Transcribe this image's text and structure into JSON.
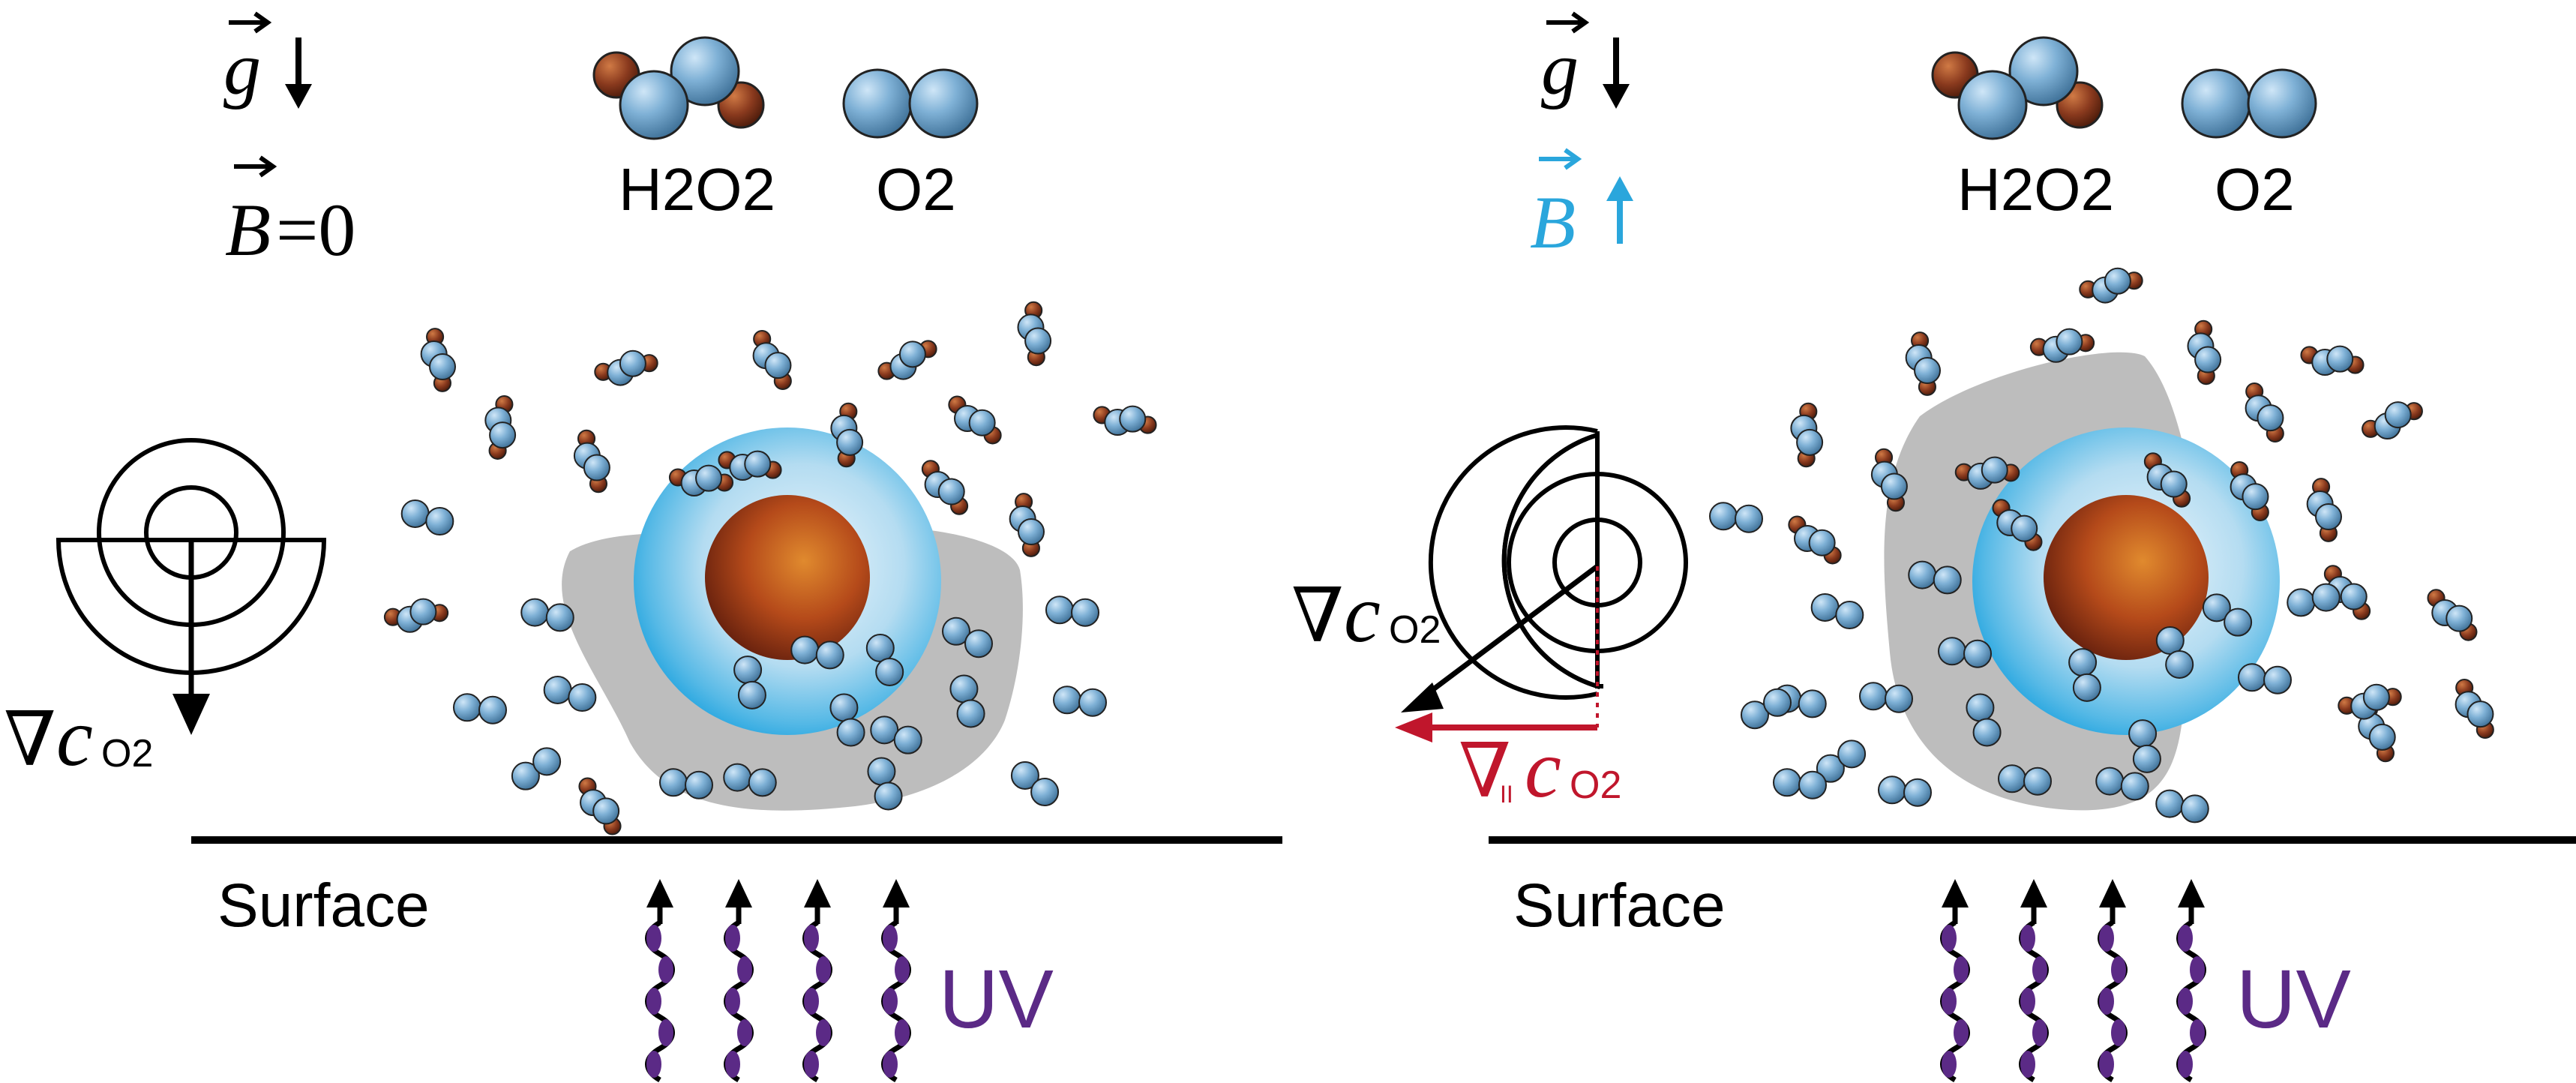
{
  "colors": {
    "black": "#000000",
    "blue_b": "#2aa6dc",
    "red": "#c0162c",
    "purple": "#5b2a86",
    "molecule_blue": "#7fb1d6",
    "molecule_brown": "#8a3a1e",
    "gray_blob": "#bdbdbd"
  },
  "icons": [
    "gravity-arrow-icon",
    "magnetic-field-arrow-icon",
    "h2o2-molecule-icon",
    "o2-molecule-icon",
    "uv-wave-icon",
    "concentration-gradient-icon"
  ],
  "left_panel": {
    "g_label": "g",
    "b_label": "B",
    "b_value": "=0",
    "h2o2_label": "H2O2",
    "o2_label": "O2",
    "grad_symbol": "∇",
    "grad_c": "c",
    "grad_sub": "O2",
    "surface_label": "Surface",
    "uv_label": "UV"
  },
  "right_panel": {
    "g_label": "g",
    "b_label": "B",
    "h2o2_label": "H2O2",
    "o2_label": "O2",
    "grad_symbol": "∇",
    "grad_c": "c",
    "grad_sub": "O2",
    "grad_par_symbol": "∇",
    "grad_par_sub": "II",
    "grad_par_c": "c",
    "grad_par_csub": "O2",
    "surface_label": "Surface",
    "uv_label": "UV"
  }
}
